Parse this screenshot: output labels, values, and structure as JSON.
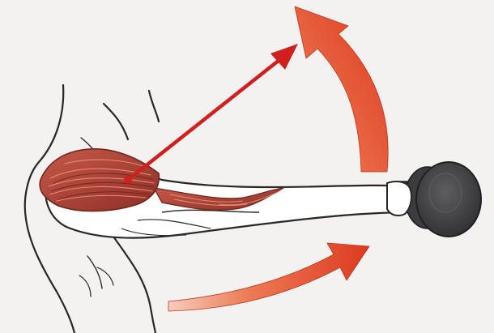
{
  "illustration": {
    "subject": "shoulder-lateral-raise",
    "elements": [
      "torso-outline",
      "deltoid-muscle",
      "arm",
      "dumbbell",
      "raise-arrow-upper",
      "raise-arrow-lower",
      "force-vector-arrow"
    ],
    "colors": {
      "background": "#f3f2f0",
      "outline": "#2a2624",
      "muscle": "#b5483b",
      "muscle_dark": "#8c2e25",
      "muscle_fiber": "#e58b78",
      "arrow_orange": "#e2462b",
      "vector_red": "#d01f1f",
      "dumbbell": "#4a4a4c",
      "dumbbell_dark": "#2b2b2d",
      "skin": "#ffffff"
    }
  }
}
